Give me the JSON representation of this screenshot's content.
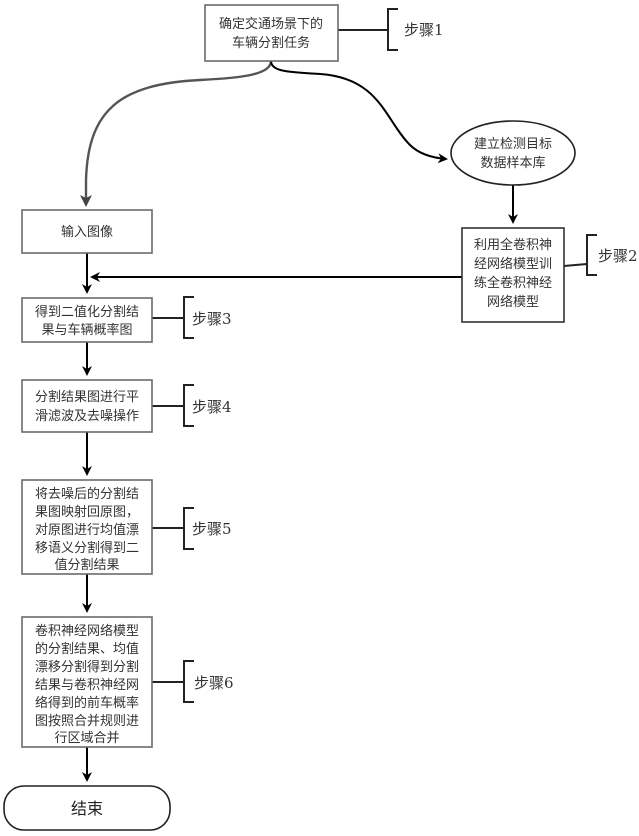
{
  "diagram": {
    "type": "flowchart",
    "nodes": {
      "task": {
        "lines": [
          "确定交通场景下的",
          "车辆分割任务"
        ],
        "step": "步骤1"
      },
      "input": {
        "lines": [
          "输入图像"
        ]
      },
      "dataset": {
        "lines": [
          "建立检测目标",
          "数据样本库"
        ]
      },
      "train": {
        "lines": [
          "利用全卷积神",
          "经网络模型训",
          "练全卷积神经",
          "网络模型"
        ],
        "step": "步骤2"
      },
      "binary": {
        "lines": [
          "得到二值化分割结",
          "果与车辆概率图"
        ],
        "step": "步骤3"
      },
      "smooth": {
        "lines": [
          "分割结果图进行平",
          "滑滤波及去噪操作"
        ],
        "step": "步骤4"
      },
      "meanshift": {
        "lines": [
          "将去噪后的分割结",
          "果图映射回原图，",
          "对原图进行均值漂",
          "移语义分割得到二",
          "值分割结果"
        ],
        "step": "步骤5"
      },
      "merge": {
        "lines": [
          "卷积神经网络模型",
          "的分割结果、均值",
          "漂移分割得到分割",
          "结果与卷积神经网",
          "络得到的前车概率",
          "图按照合并规则进",
          "行区域合并"
        ],
        "step": "步骤6"
      },
      "end": {
        "lines": [
          "结束"
        ]
      }
    },
    "edges": [
      [
        "task",
        "input"
      ],
      [
        "task",
        "dataset"
      ],
      [
        "dataset",
        "train"
      ],
      [
        "train",
        "binary"
      ],
      [
        "input",
        "binary"
      ],
      [
        "binary",
        "smooth"
      ],
      [
        "smooth",
        "meanshift"
      ],
      [
        "meanshift",
        "merge"
      ],
      [
        "merge",
        "end"
      ]
    ]
  }
}
